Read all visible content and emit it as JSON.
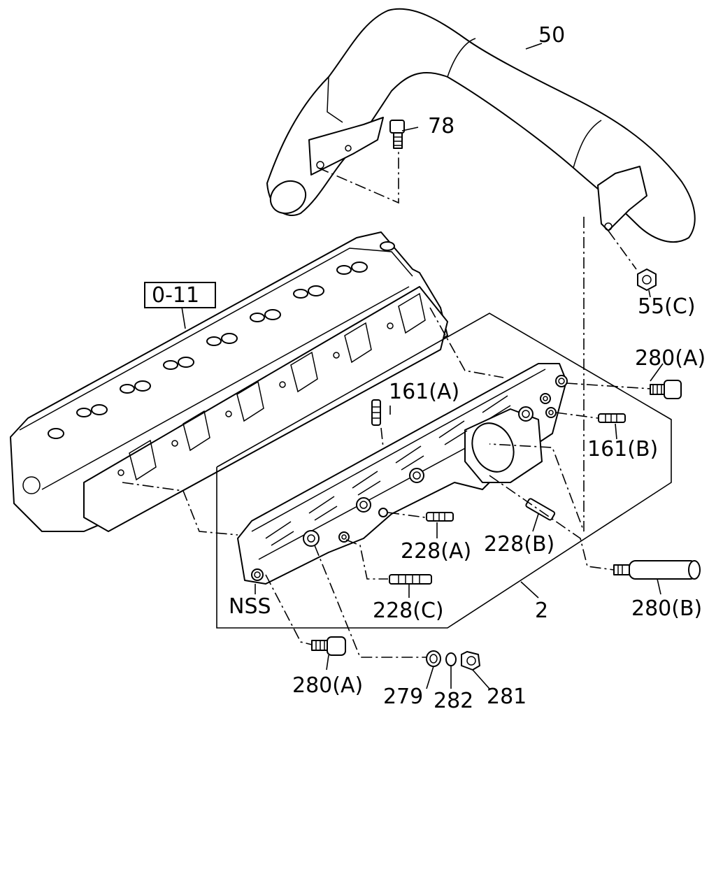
{
  "labels": {
    "p50": "50",
    "p78": "78",
    "ref": "0-11",
    "p55c": "55(C)",
    "p280a_top": "280(A)",
    "p161a": "161(A)",
    "p161b": "161(B)",
    "p228a": "228(A)",
    "p228b": "228(B)",
    "p228c": "228(C)",
    "nss": "NSS",
    "p2": "2",
    "p280b": "280(B)",
    "p280a_bottom": "280(A)",
    "p279": "279",
    "p282": "282",
    "p281": "281"
  }
}
